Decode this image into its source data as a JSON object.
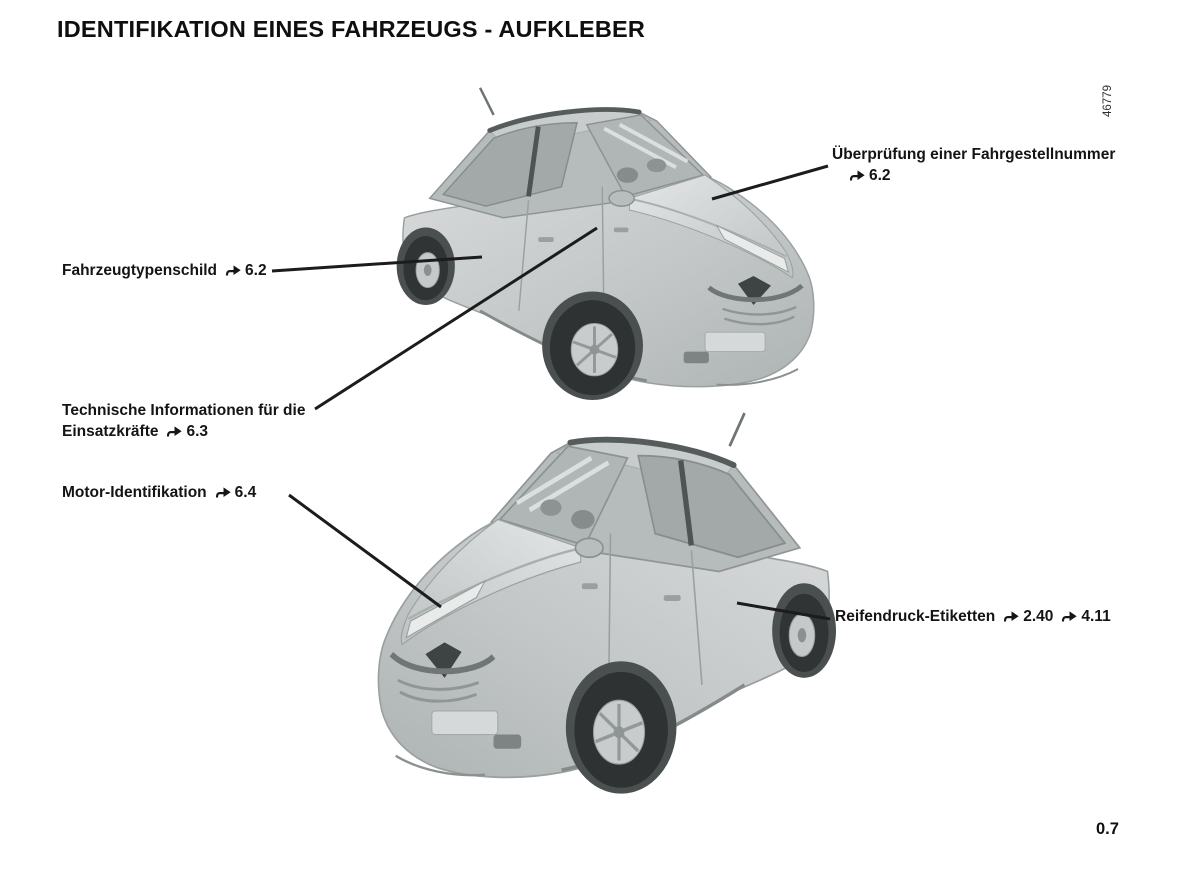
{
  "page": {
    "title": "IDENTIFIKATION EINES FAHRZEUGS - AUFKLEBER",
    "page_number": "0.7",
    "illustration_id": "46779"
  },
  "callouts": [
    {
      "id": "fahrgestellnummer-check",
      "lines": [
        {
          "segments": [
            {
              "type": "text",
              "value": "Überprüfung einer Fahrgestellnummer"
            }
          ]
        },
        {
          "segments": [
            {
              "type": "ref",
              "value": "6.2"
            }
          ]
        }
      ]
    },
    {
      "id": "fahrzeugtypenschild",
      "lines": [
        {
          "segments": [
            {
              "type": "text",
              "value": "Fahrzeugtypenschild"
            },
            {
              "type": "ref",
              "value": "6.2"
            }
          ]
        }
      ]
    },
    {
      "id": "technische-informationen-einsatzkraefte",
      "lines": [
        {
          "segments": [
            {
              "type": "text",
              "value": "Technische Informationen für die"
            }
          ]
        },
        {
          "segments": [
            {
              "type": "text",
              "value": "Einsatzkräfte"
            },
            {
              "type": "ref",
              "value": "6.3"
            }
          ]
        }
      ]
    },
    {
      "id": "motor-identifikation",
      "lines": [
        {
          "segments": [
            {
              "type": "text",
              "value": "Motor-Identifikation"
            },
            {
              "type": "ref",
              "value": "6.4"
            }
          ]
        }
      ]
    },
    {
      "id": "reifendruck-etiketten",
      "lines": [
        {
          "segments": [
            {
              "type": "text",
              "value": "Reifendruck-Etiketten"
            },
            {
              "type": "ref",
              "value": "2.40"
            },
            {
              "type": "ref",
              "value": "4.11"
            }
          ]
        }
      ]
    }
  ]
}
